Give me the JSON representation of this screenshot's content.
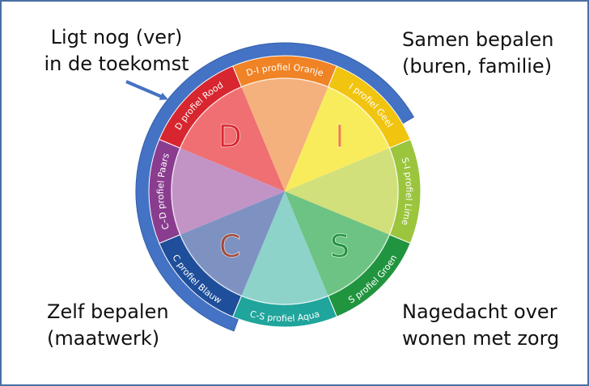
{
  "corners": {
    "top_left": [
      "Ligt nog (ver)",
      "in de toekomst"
    ],
    "top_right": [
      "Samen bepalen",
      "(buren, familie)"
    ],
    "bottom_left": [
      "Zelf bepalen",
      "(maatwerk)"
    ],
    "bottom_right": [
      "Nagedacht over",
      "wonen met zorg"
    ]
  },
  "colors": {
    "frame": "#4a6fa5",
    "outer_arc": "#4472c4",
    "arrow": "#4472c4"
  },
  "ring_segments": [
    {
      "label": "D profiel Rood",
      "ring": "#d7262f",
      "slice": "#ef6f72"
    },
    {
      "label": "D-I profiel Oranje",
      "ring": "#ef8325",
      "slice": "#f4b07d"
    },
    {
      "label": "I profiel Geel",
      "ring": "#f1c40f",
      "slice": "#f9ec5c"
    },
    {
      "label": "S-I profiel Lime",
      "ring": "#9bc53d",
      "slice": "#d2e07c"
    },
    {
      "label": "S profiel Groen",
      "ring": "#21943f",
      "slice": "#6dc383"
    },
    {
      "label": "C-S profiel Aqua",
      "ring": "#1fa59c",
      "slice": "#8dd3ca"
    },
    {
      "label": "C profiel Blauw",
      "ring": "#1f4e9a",
      "slice": "#7e92c2"
    },
    {
      "label": "C–D profiel Paars",
      "ring": "#8a3d8f",
      "slice": "#c294c6"
    }
  ],
  "letters": [
    {
      "text": "D",
      "color": "#d7262f"
    },
    {
      "text": "I",
      "color": "#ef8325"
    },
    {
      "text": "S",
      "color": "#21943f"
    },
    {
      "text": "C",
      "color": "#a04a3a"
    }
  ]
}
